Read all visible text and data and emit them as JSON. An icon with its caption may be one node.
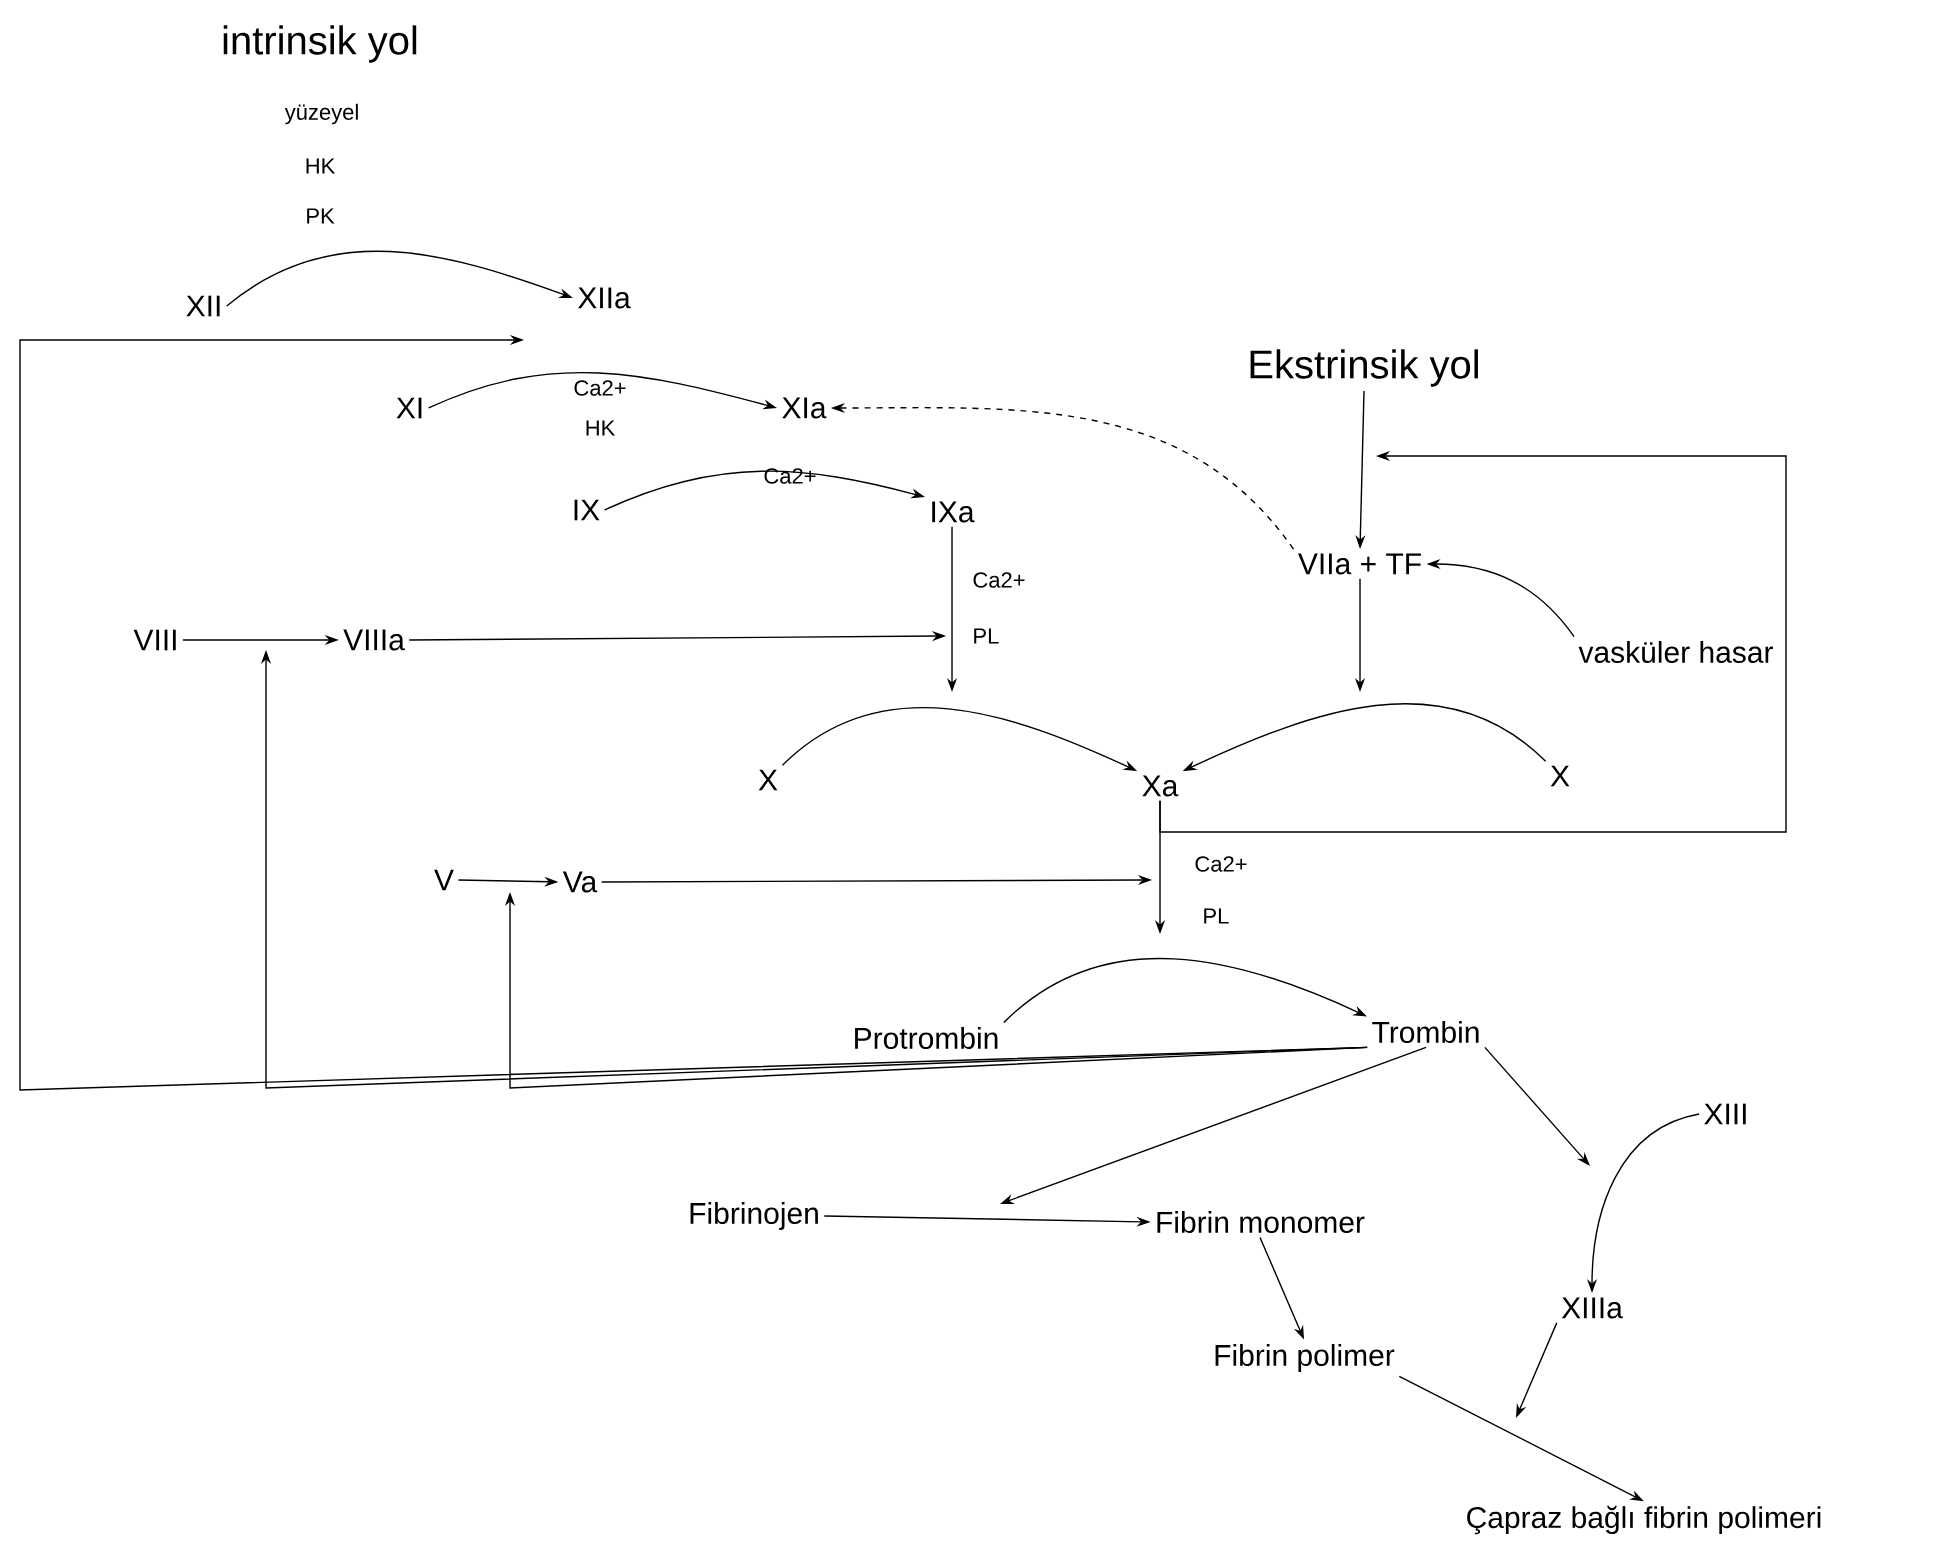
{
  "diagram": {
    "nodes": [
      {
        "text": [
          "XII"
        ]
      },
      {
        "text": [
          "XIIa"
        ]
      },
      {
        "text": [
          "XI"
        ]
      },
      {
        "text": [
          "XIa"
        ]
      },
      {
        "text": [
          "IX"
        ]
      },
      {
        "text": [
          "IXa"
        ]
      },
      {
        "text": [
          "Ekstrinsik yol"
        ]
      },
      {
        "text": [
          "VIIa + TF"
        ]
      },
      {
        "text": [
          "vasküler hasar"
        ]
      },
      {
        "text": [
          "VIII"
        ]
      },
      {
        "text": [
          "VIIIa"
        ]
      },
      {
        "text": [
          "X"
        ]
      },
      {
        "text": [
          "Xa"
        ]
      },
      {
        "text": [
          "X"
        ]
      },
      {
        "text": [
          "V"
        ]
      },
      {
        "text": [
          "Va"
        ]
      },
      {
        "text": [
          "Protrombin"
        ]
      },
      {
        "text": [
          "Trombin"
        ]
      },
      {
        "text": [
          "XIII"
        ]
      },
      {
        "text": [
          "Fibrinojen"
        ]
      },
      {
        "text": [
          "Fibrin monomer"
        ]
      },
      {
        "text": [
          "Fibrin polimer"
        ]
      },
      {
        "text": [
          "XIIIa"
        ]
      },
      {
        "text": [
          "Çapraz bağlı fibrin polimeri"
        ]
      }
    ],
    "edges": [
      {
        "from": 0,
        "to": 1,
        "arrow": "to"
      },
      {
        "from": 2,
        "to": 3,
        "arrow": "to"
      },
      {
        "from": 4,
        "to": 5,
        "arrow": "to"
      },
      {
        "from": 7,
        "to": 3,
        "arrow": "to",
        "style": "dashed"
      },
      {
        "from": 6,
        "to": 7,
        "arrow": "to"
      },
      {
        "from": 8,
        "to": 7,
        "arrow": "to"
      },
      {
        "from": 7,
        "to": null,
        "arrow": "to"
      },
      {
        "from": 13,
        "to": 12,
        "arrow": "to"
      },
      {
        "from": 11,
        "to": 12,
        "arrow": "to"
      },
      {
        "from": 5,
        "to": null,
        "arrow": "to"
      },
      {
        "from": 9,
        "to": 10,
        "arrow": "to"
      },
      {
        "from": 10,
        "to": null,
        "arrow": "to"
      },
      {
        "from": 14,
        "to": 15,
        "arrow": "to"
      },
      {
        "from": 15,
        "to": null,
        "arrow": "to"
      },
      {
        "from": 12,
        "to": null,
        "arrow": "to"
      },
      {
        "from": 12,
        "to": null,
        "arrow": "to"
      },
      {
        "from": 16,
        "to": 17,
        "arrow": "to"
      },
      {
        "from": 17,
        "to": null,
        "arrow": "to"
      },
      {
        "from": 17,
        "to": null,
        "arrow": "to"
      },
      {
        "from": 17,
        "to": null,
        "arrow": "to"
      },
      {
        "from": 17,
        "to": null,
        "arrow": "to"
      },
      {
        "from": 17,
        "to": null,
        "arrow": "to"
      },
      {
        "from": 18,
        "to": 22,
        "arrow": "to"
      },
      {
        "from": 19,
        "to": 20,
        "arrow": "to"
      },
      {
        "from": 20,
        "to": 21,
        "arrow": "to"
      },
      {
        "from": 21,
        "to": 23,
        "arrow": "to"
      },
      {
        "from": 22,
        "to": null,
        "arrow": "to"
      }
    ],
    "labels": [
      "intrinsik yol",
      "yüzeyel",
      "HK",
      "PK",
      "Ca2+",
      "HK",
      "Ca2+",
      "Ca2+",
      "PL",
      "Ca2+",
      "PL"
    ]
  }
}
